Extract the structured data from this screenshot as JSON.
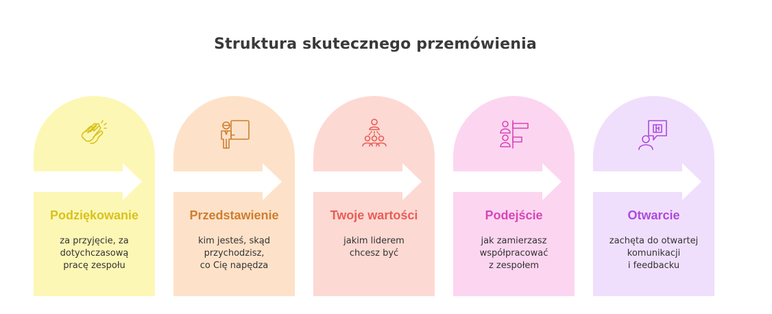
{
  "title": "Struktura skutecznego przemówienia",
  "steps": [
    {
      "label": "Podziękowanie",
      "desc": "za przyjęcie, za\ndotychczasową\npracę zespołu",
      "icon": "clapping-hands-icon",
      "bg": "#fdf7b6",
      "accent": "#d8c21c"
    },
    {
      "label": "Przedstawienie",
      "desc": "kim jesteś, skąd\nprzychodzisz,\nco Cię napędza",
      "icon": "presenter-board-icon",
      "bg": "#fde2c9",
      "accent": "#cf7d2e"
    },
    {
      "label": "Twoje wartości",
      "desc": "jakim liderem\nchcesz być",
      "icon": "leader-group-icon",
      "bg": "#fdd9d3",
      "accent": "#e95d57"
    },
    {
      "label": "Podejście",
      "desc": "jak zamierzasz\nwspółpracować\nz zespołem",
      "icon": "team-ranking-icon",
      "bg": "#fcd6f0",
      "accent": "#d845b9"
    },
    {
      "label": "Otwarcie",
      "desc": "zachęta do otwartej\nkomunikacji\ni feedbacku",
      "icon": "feedback-chat-icon",
      "bg": "#f0dffc",
      "accent": "#ad49dd"
    }
  ]
}
